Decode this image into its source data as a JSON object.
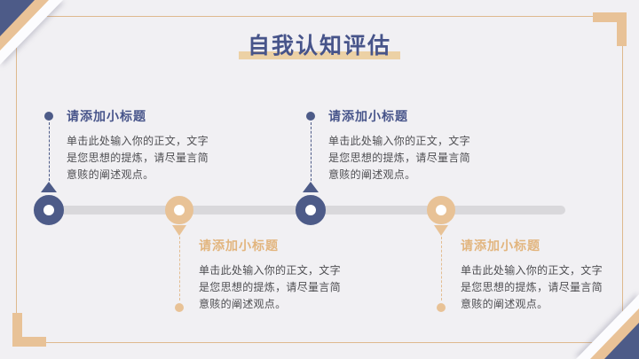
{
  "slide": {
    "title": "自我认知评估",
    "colors": {
      "background": "#f1f0f3",
      "accent_blue": "#4d5b88",
      "accent_tan": "#e8c296",
      "title_text": "#47548a",
      "body_text": "#4e4e52",
      "timeline_bar": "#d9d8db",
      "title_highlight": "#ecd1a5",
      "frame_line": "#deb98e"
    },
    "timeline": {
      "node_count": 4,
      "node_icons": [
        "timeline-node-icon",
        "timeline-node-icon",
        "timeline-node-icon",
        "timeline-node-icon"
      ]
    },
    "milestones": [
      {
        "position": "top",
        "theme": "blue",
        "title": "请添加小标题",
        "body": "单击此处输入你的正文，文字是您思想的提炼，请尽量言简意赅的阐述观点。"
      },
      {
        "position": "bottom",
        "theme": "tan",
        "title": "请添加小标题",
        "body": "单击此处输入你的正文，文字是您思想的提炼，请尽量言简意赅的阐述观点。"
      },
      {
        "position": "top",
        "theme": "blue",
        "title": "请添加小标题",
        "body": "单击此处输入你的正文，文字是您思想的提炼，请尽量言简意赅的阐述观点。"
      },
      {
        "position": "bottom",
        "theme": "tan",
        "title": "请添加小标题",
        "body": "单击此处输入你的正文，文字是您思想的提炼，请尽量言简意赅的阐述观点。"
      }
    ]
  }
}
